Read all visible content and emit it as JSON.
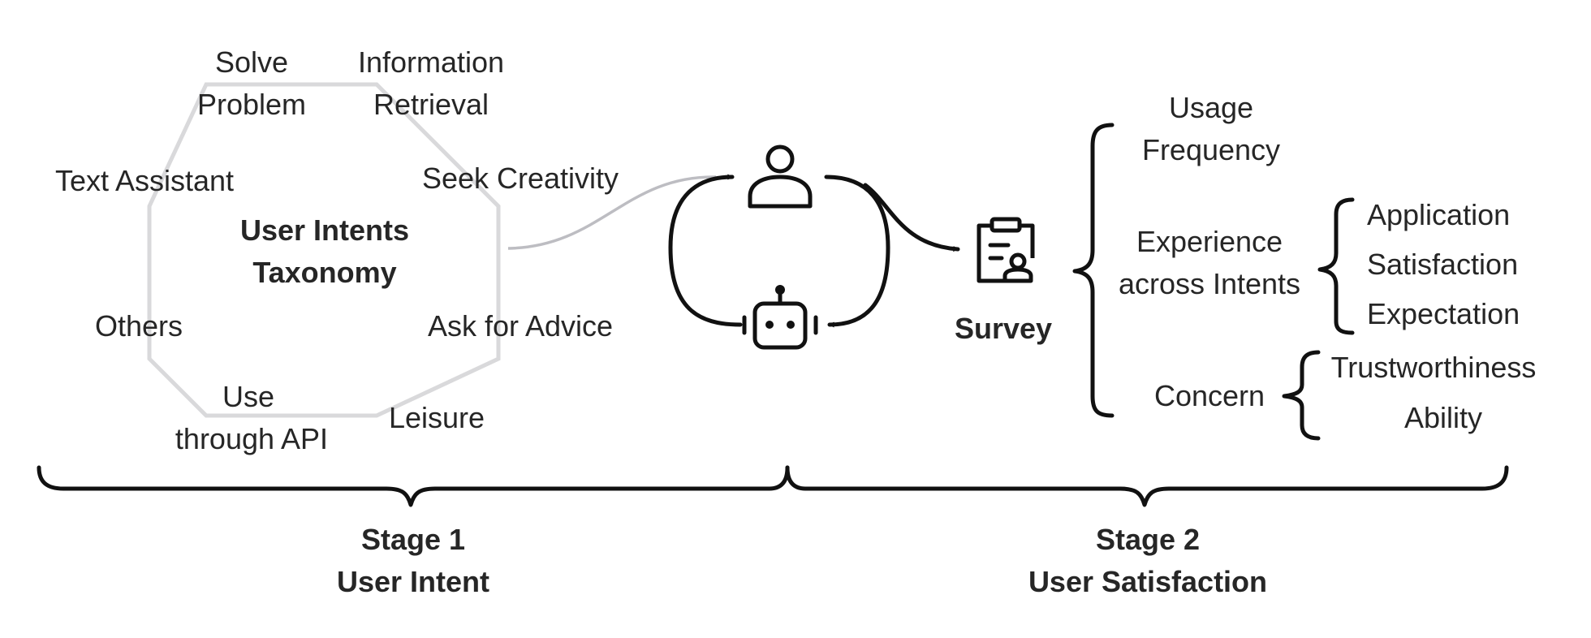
{
  "stage1": {
    "center": {
      "line1": "User Intents",
      "line2": "Taxonomy"
    },
    "intents": [
      {
        "line1": "Solve",
        "line2": "Problem"
      },
      {
        "line1": "Information",
        "line2": "Retrieval"
      },
      {
        "line1": "Text Assistant",
        "line2": ""
      },
      {
        "line1": "Seek Creativity",
        "line2": ""
      },
      {
        "line1": "Others",
        "line2": ""
      },
      {
        "line1": "Ask for Advice",
        "line2": ""
      },
      {
        "line1": "Use",
        "line2": "through API"
      },
      {
        "line1": "Leisure",
        "line2": ""
      }
    ],
    "label": {
      "line1": "Stage 1",
      "line2": "User Intent"
    }
  },
  "interaction": {
    "user_icon": "user-icon",
    "bot_icon": "robot-icon"
  },
  "stage2": {
    "survey_icon": "clipboard-user-icon",
    "survey_label": "Survey",
    "categories": {
      "usage": {
        "line1": "Usage",
        "line2": "Frequency"
      },
      "experience": {
        "line1": "Experience",
        "line2": "across Intents",
        "items": [
          "Application",
          "Satisfaction",
          "Expectation"
        ]
      },
      "concern": {
        "label": "Concern",
        "items": [
          "Trustworthiness",
          "Ability"
        ]
      }
    },
    "label": {
      "line1": "Stage 2",
      "line2": "User Satisfaction"
    }
  },
  "colors": {
    "text": "#262626",
    "stroke": "#111111",
    "octagon": "#d9d9db",
    "connector": "#bdbdc2"
  }
}
